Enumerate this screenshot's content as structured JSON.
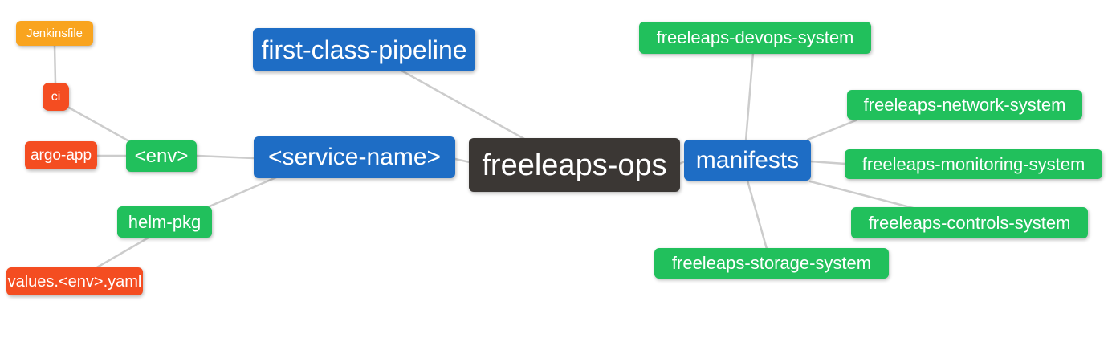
{
  "diagram": {
    "type": "mindmap",
    "edge_color": "#cccccc",
    "background": "#ffffff",
    "colors": {
      "blue": "#1e6dc5",
      "green": "#21c05c",
      "orange": "#f9a41f",
      "red": "#f44d21",
      "dark": "#3b3734"
    },
    "nodes": {
      "jenkinsfile": {
        "label": "Jenkinsfile",
        "color": "orange"
      },
      "ci": {
        "label": "ci",
        "color": "red"
      },
      "argo-app": {
        "label": "argo-app",
        "color": "red"
      },
      "env": {
        "label": "<env>",
        "color": "green"
      },
      "helm-pkg": {
        "label": "helm-pkg",
        "color": "green"
      },
      "values-env-yaml": {
        "label": "values.<env>.yaml",
        "color": "red"
      },
      "first-class-pipeline": {
        "label": "first-class-pipeline",
        "color": "blue"
      },
      "service-name": {
        "label": "<service-name>",
        "color": "blue"
      },
      "freeleaps-ops": {
        "label": "freeleaps-ops",
        "color": "dark"
      },
      "manifests": {
        "label": "manifests",
        "color": "blue"
      },
      "devops-system": {
        "label": "freeleaps-devops-system",
        "color": "green"
      },
      "network-system": {
        "label": "freeleaps-network-system",
        "color": "green"
      },
      "monitoring-system": {
        "label": "freeleaps-monitoring-system",
        "color": "green"
      },
      "controls-system": {
        "label": "freeleaps-controls-system",
        "color": "green"
      },
      "storage-system": {
        "label": "freeleaps-storage-system",
        "color": "green"
      }
    },
    "edges": [
      {
        "from": "jenkinsfile",
        "to": "ci"
      },
      {
        "from": "ci",
        "to": "env"
      },
      {
        "from": "argo-app",
        "to": "env"
      },
      {
        "from": "env",
        "to": "service-name"
      },
      {
        "from": "helm-pkg",
        "to": "service-name"
      },
      {
        "from": "values-env-yaml",
        "to": "helm-pkg"
      },
      {
        "from": "first-class-pipeline",
        "to": "freeleaps-ops"
      },
      {
        "from": "service-name",
        "to": "freeleaps-ops"
      },
      {
        "from": "freeleaps-ops",
        "to": "manifests"
      },
      {
        "from": "manifests",
        "to": "devops-system"
      },
      {
        "from": "manifests",
        "to": "network-system"
      },
      {
        "from": "manifests",
        "to": "monitoring-system"
      },
      {
        "from": "manifests",
        "to": "controls-system"
      },
      {
        "from": "manifests",
        "to": "storage-system"
      }
    ]
  }
}
